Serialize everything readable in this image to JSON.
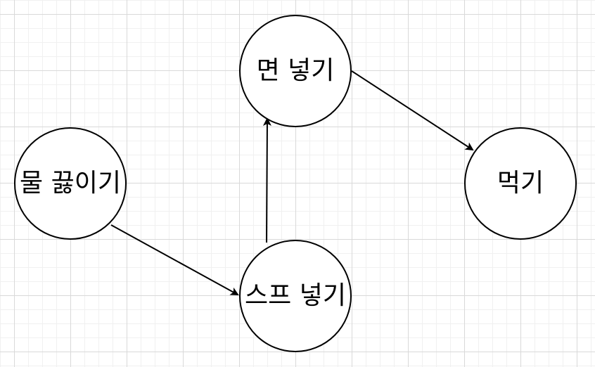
{
  "nodes": {
    "boil_water": "물 끓이기",
    "add_soup": "스프 넣기",
    "add_noodles": "면 넣기",
    "eat": "먹기"
  },
  "edges": [
    {
      "from": "boil_water",
      "to": "add_soup"
    },
    {
      "from": "add_soup",
      "to": "add_noodles"
    },
    {
      "from": "add_noodles",
      "to": "eat"
    }
  ],
  "colors": {
    "stroke": "#000000",
    "fill": "#ffffff"
  }
}
